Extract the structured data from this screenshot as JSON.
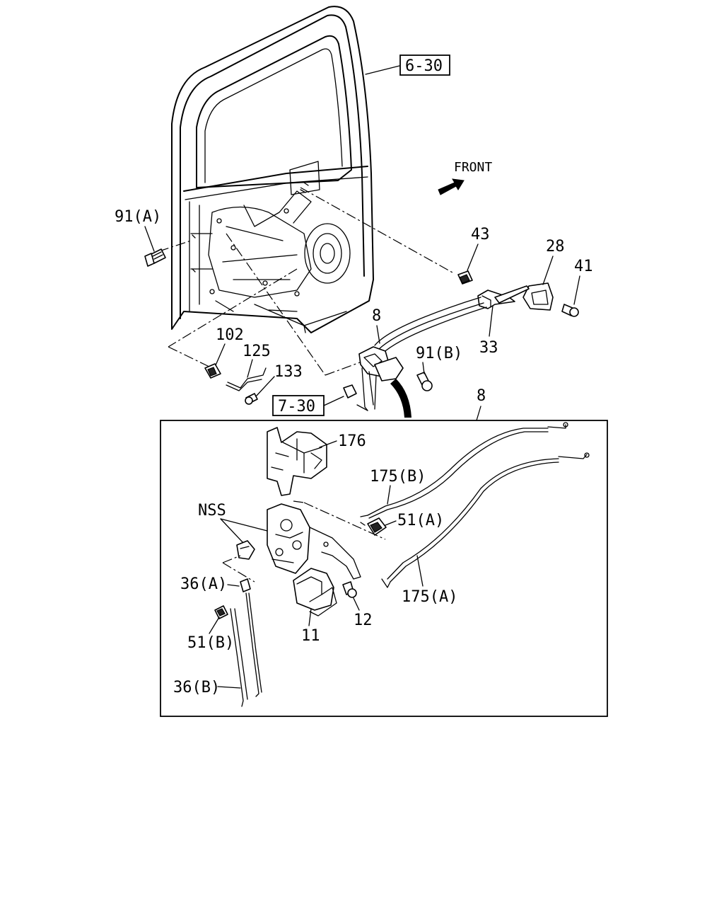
{
  "references": {
    "door_ref": "6-30",
    "panel_ref": "7-30"
  },
  "direction_label": "FRONT",
  "callouts": {
    "c91a": "91(A)",
    "c43": "43",
    "c28": "28",
    "c41": "41",
    "c33": "33",
    "c8_top": "8",
    "c91b": "91(B)",
    "c102": "102",
    "c125": "125",
    "c133": "133",
    "c8_detail": "8",
    "c176": "176",
    "c175b": "175(B)",
    "c51a": "51(A)",
    "cnss": "NSS",
    "c36a": "36(A)",
    "c51b": "51(B)",
    "c36b": "36(B)",
    "c12": "12",
    "c11": "11",
    "c175a": "175(A)"
  }
}
